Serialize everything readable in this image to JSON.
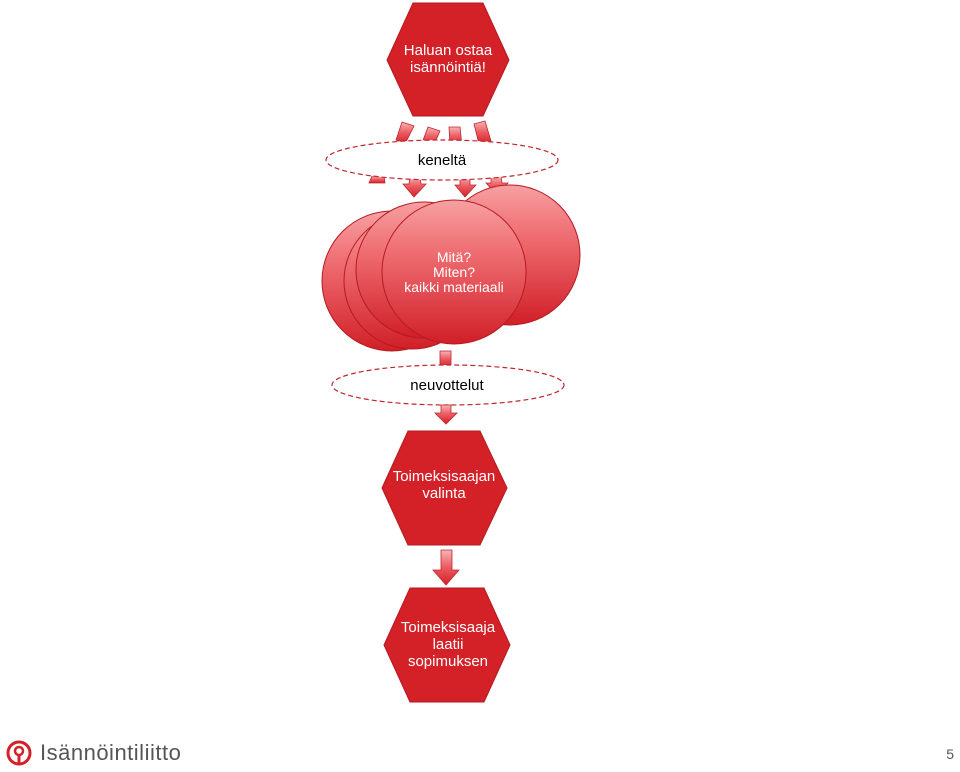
{
  "colors": {
    "primary_red": "#d42027",
    "circle_light": "#f37f82",
    "circle_dark": "#d9262f",
    "arrow_fill": "#e3353c",
    "arrow_light": "#f7b4b6",
    "ellipse_border": "#c0262d",
    "logo_gray": "#555555"
  },
  "nodes": {
    "start": {
      "lines": [
        "Haluan ostaa",
        "isännöintiä!"
      ]
    },
    "from_whom": {
      "label": "keneltä"
    },
    "what_how": {
      "lines": [
        "Mitä?",
        "Miten?",
        "kaikki materiaali"
      ]
    },
    "negotiations": {
      "label": "neuvottelut"
    },
    "selection": {
      "lines": [
        "Toimeksisaajan",
        "valinta"
      ]
    },
    "contract": {
      "lines": [
        "Toimeksisaaja",
        "laatii",
        "sopimuksen"
      ]
    }
  },
  "footer": {
    "logo_text": "Isännöintiliitto",
    "logo_icon": "isannointiliitto-logo-icon",
    "page_number": "5"
  }
}
